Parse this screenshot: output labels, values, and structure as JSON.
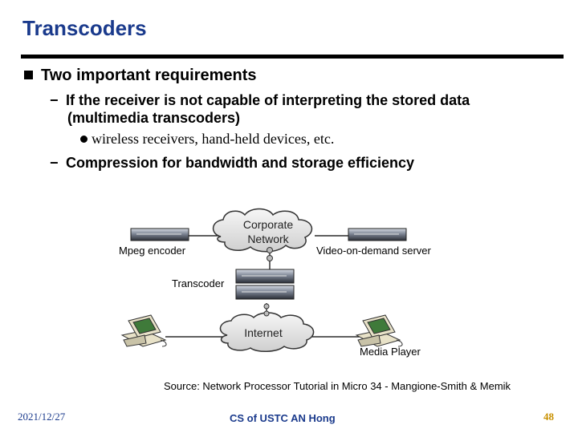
{
  "slide": {
    "title": "Transcoders",
    "bullet1": "Two important requirements",
    "sub1_line1": "If the receiver is not capable of interpreting the stored data",
    "sub1_line2": "(multimedia transcoders)",
    "sub1_item": "wireless receivers, hand-held devices, etc.",
    "sub2": "Compression for bandwidth and storage efficiency",
    "dash_glyph": "−"
  },
  "diagram": {
    "corporate_network_line1": "Corporate",
    "corporate_network_line2": "Network",
    "mpeg_encoder": "Mpeg encoder",
    "vod_server": "Video-on-demand server",
    "transcoder": "Transcoder",
    "internet": "Internet",
    "media_player": "Media Player",
    "source": "Source: Network Processor Tutorial in Micro 34 - Mangione-Smith & Memik"
  },
  "footer": {
    "date": "2021/12/27",
    "center": "CS of USTC AN Hong",
    "page": "48"
  },
  "colors": {
    "title": "#1a3a8c",
    "footer_text": "#1a3a8c",
    "page_number": "#c89000"
  },
  "icons": [
    "server-icon",
    "cloud-icon",
    "computer-icon",
    "connector-icon"
  ]
}
